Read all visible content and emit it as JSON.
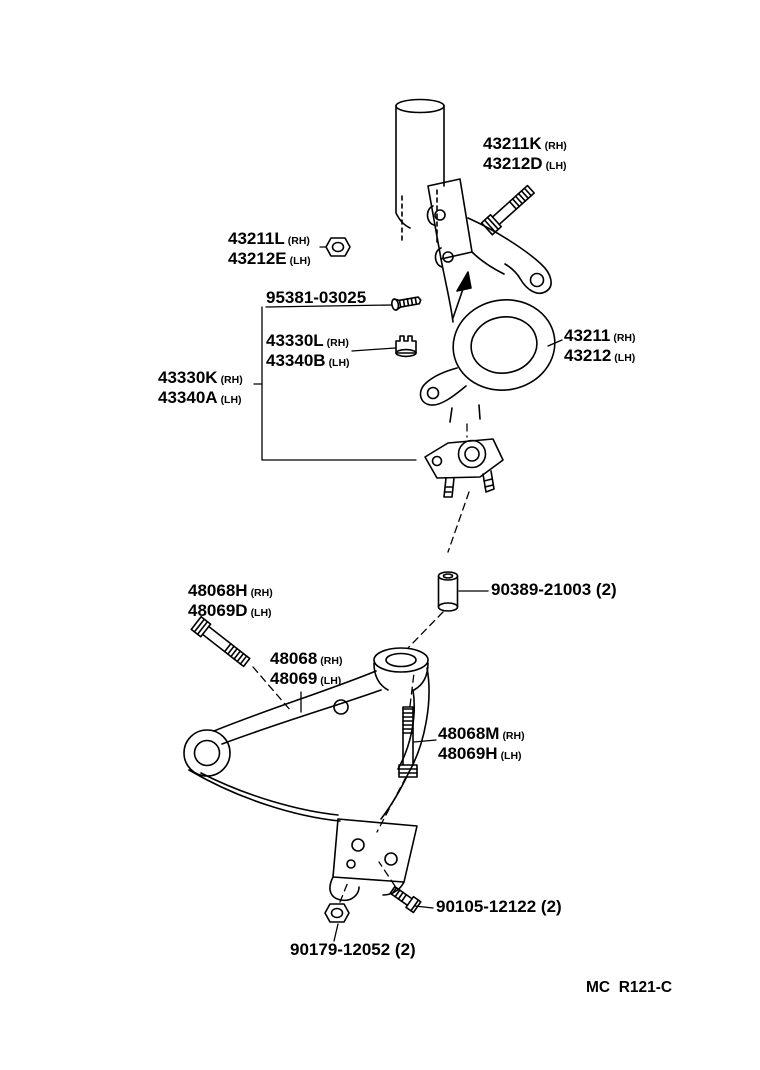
{
  "doc": {
    "type": "suspension-parts-diagram",
    "ink_color": "#000000",
    "background": "#ffffff",
    "figure_code": "MC  R121-C"
  },
  "labels": {
    "strut_bolt": {
      "rh_part": "43211K",
      "rh_tag": "(RH)",
      "lh_part": "43212D",
      "lh_tag": "(LH)"
    },
    "strut_nut": {
      "rh_part": "43211L",
      "rh_tag": "(RH)",
      "lh_part": "43212E",
      "lh_tag": "(LH)"
    },
    "grease_screw": {
      "part": "95381-03025"
    },
    "balljoint_nut": {
      "rh_part": "43330L",
      "rh_tag": "(RH)",
      "lh_part": "43340B",
      "lh_tag": "(LH)"
    },
    "balljoint_assy": {
      "rh_part": "43330K",
      "rh_tag": "(RH)",
      "lh_part": "43340A",
      "lh_tag": "(LH)"
    },
    "knuckle": {
      "rh_part": "43211",
      "rh_tag": "(RH)",
      "lh_part": "43212",
      "lh_tag": "(LH)"
    },
    "arm_bolt_front": {
      "rh_part": "48068H",
      "rh_tag": "(RH)",
      "lh_part": "48069D",
      "lh_tag": "(LH)"
    },
    "collar": {
      "part": "90389-21003 (2)"
    },
    "arm": {
      "rh_part": "48068",
      "rh_tag": "(RH)",
      "lh_part": "48069",
      "lh_tag": "(LH)"
    },
    "arm_bolt_rear": {
      "rh_part": "48068M",
      "rh_tag": "(RH)",
      "lh_part": "48069H",
      "lh_tag": "(LH)"
    },
    "bracket_bolt": {
      "part": "90105-12122 (2)"
    },
    "bracket_nut": {
      "part": "90179-12052 (2)"
    }
  }
}
